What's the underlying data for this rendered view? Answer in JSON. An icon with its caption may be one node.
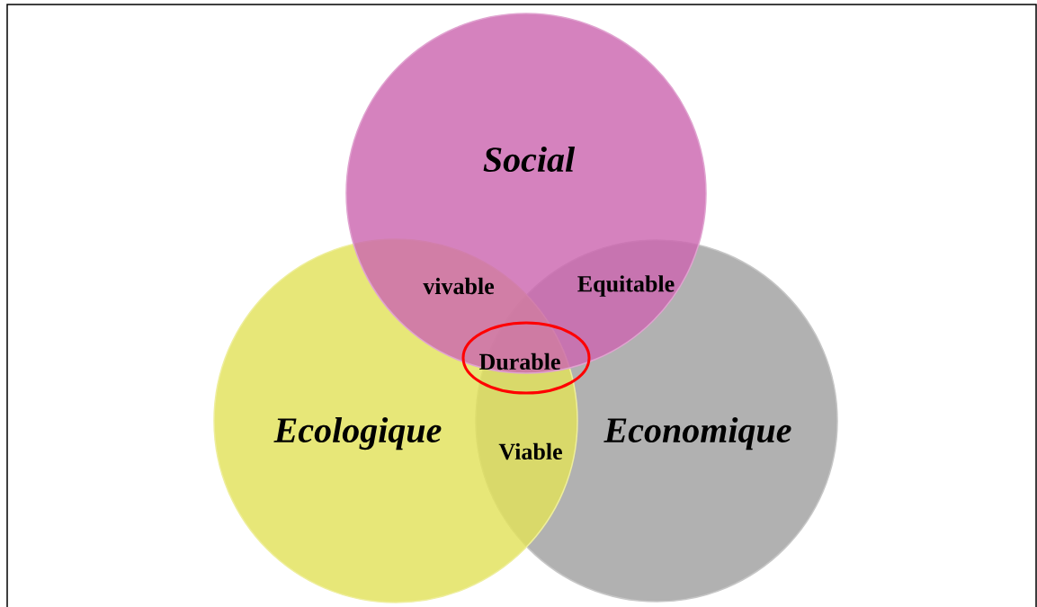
{
  "diagram": {
    "nodes": [
      {
        "text": [
          "Social"
        ]
      },
      {
        "text": [
          "Ecologique"
        ]
      },
      {
        "text": [
          "Economique"
        ]
      },
      {
        "text": [
          "Durable"
        ]
      }
    ],
    "labels": [
      "vivable",
      "Equitable",
      "Viable"
    ]
  }
}
